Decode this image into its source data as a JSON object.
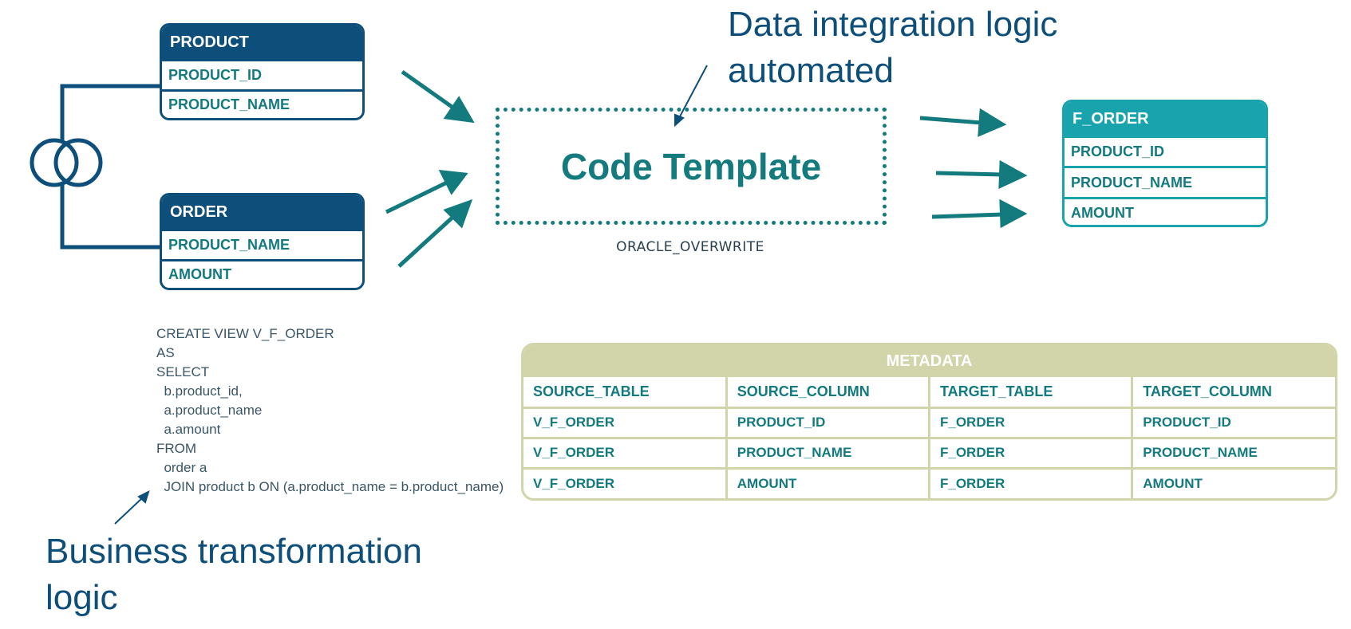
{
  "labels": {
    "integration": [
      "Data integration logic",
      "automated"
    ],
    "business": [
      "Business transformation",
      "logic"
    ]
  },
  "code_template": {
    "title": "Code Template",
    "caption": "ORACLE_OVERWRITE"
  },
  "tables": {
    "product": {
      "name": "PRODUCT",
      "columns": [
        "PRODUCT_ID",
        "PRODUCT_NAME"
      ]
    },
    "order": {
      "name": "ORDER",
      "columns": [
        "PRODUCT_NAME",
        "AMOUNT"
      ]
    },
    "f_order": {
      "name": "F_ORDER",
      "columns": [
        "PRODUCT_ID",
        "PRODUCT_NAME",
        "AMOUNT"
      ]
    }
  },
  "sql": [
    "CREATE VIEW V_F_ORDER",
    "AS",
    "SELECT",
    "  b.product_id,",
    "  a.product_name",
    "  a.amount",
    "FROM",
    "  order a",
    "  JOIN product b ON (a.product_name = b.product_name)"
  ],
  "metadata": {
    "title": "METADATA",
    "headers": [
      "SOURCE_TABLE",
      "SOURCE_COLUMN",
      "TARGET_TABLE",
      "TARGET_COLUMN"
    ],
    "rows": [
      [
        "V_F_ORDER",
        "PRODUCT_ID",
        "F_ORDER",
        "PRODUCT_ID"
      ],
      [
        "V_F_ORDER",
        "PRODUCT_NAME",
        "F_ORDER",
        "PRODUCT_NAME"
      ],
      [
        "V_F_ORDER",
        "AMOUNT",
        "F_ORDER",
        "AMOUNT"
      ]
    ]
  },
  "colors": {
    "navy": "#0d4f7a",
    "teal": "#137a7e",
    "cyan": "#18a3ad",
    "olive": "#d2d5a9"
  },
  "icons": {
    "join": "join-rings-icon"
  }
}
